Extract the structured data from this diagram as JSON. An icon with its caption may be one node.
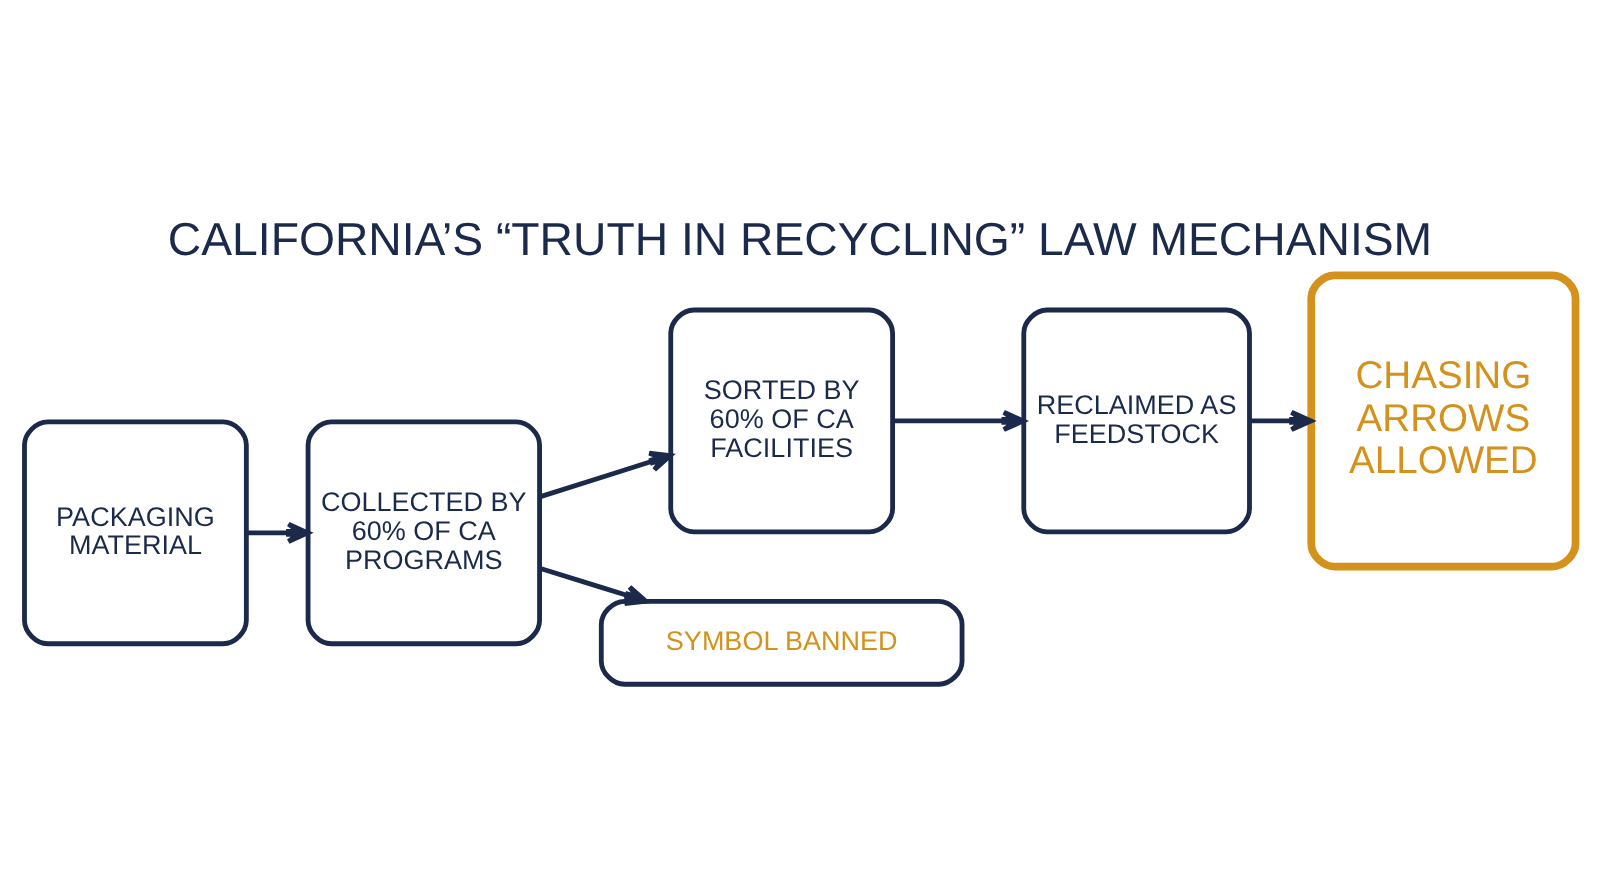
{
  "diagram": {
    "title": "CALIFORNIA’S “TRUTH IN RECYCLING” LAW MECHANISM",
    "nodes": [
      {
        "text": [
          "PACKAGING MATERIAL"
        ]
      },
      {
        "text": [
          "COLLECTED BY 60% OF CA PROGRAMS"
        ]
      },
      {
        "text": [
          "SORTED BY 60% OF CA FACILITIES"
        ]
      },
      {
        "text": [
          "RECLAIMED AS FEEDSTOCK"
        ]
      },
      {
        "text": [
          "CHASING ARROWS ALLOWED"
        ]
      },
      {
        "text": [
          "SYMBOL BANNED"
        ]
      }
    ],
    "edges": [
      {
        "from": 0,
        "to": 1,
        "arrow": "to"
      },
      {
        "from": 1,
        "to": 2,
        "arrow": "to"
      },
      {
        "from": 2,
        "to": 3,
        "arrow": "to"
      },
      {
        "from": 3,
        "to": 4,
        "arrow": "to"
      },
      {
        "from": 1,
        "to": 5,
        "arrow": "to"
      }
    ]
  }
}
